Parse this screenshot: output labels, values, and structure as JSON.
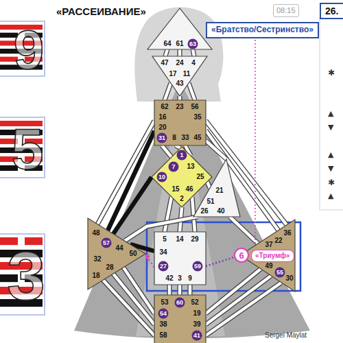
{
  "diagram": {
    "title": "«РАССЕИВАНИЕ»",
    "nodes": [
      {
        "text": [
          "9"
        ]
      },
      {
        "text": [
          "5"
        ]
      },
      {
        "text": [
          "3"
        ]
      },
      {
        "text": [
          "08:15"
        ]
      },
      {
        "text": [
          "26."
        ]
      },
      {
        "text": [
          "«Братство/Сестринство»"
        ]
      },
      {
        "text": [
          "64",
          "61",
          "63"
        ]
      },
      {
        "text": [
          "47",
          "24",
          "4",
          "17",
          "11",
          "43"
        ]
      },
      {
        "text": [
          "62",
          "23",
          "56",
          "16",
          "35",
          "20",
          "31",
          "8",
          "33",
          "45"
        ]
      },
      {
        "text": [
          "1",
          "7",
          "13",
          "10",
          "25",
          "15",
          "46",
          "2"
        ]
      },
      {
        "text": [
          "21",
          "51",
          "26",
          "40"
        ]
      },
      {
        "text": [
          "48",
          "57",
          "44",
          "50",
          "32",
          "28",
          "18"
        ]
      },
      {
        "text": [
          "5",
          "14",
          "29",
          "34",
          "27",
          "59",
          "42",
          "3",
          "9"
        ]
      },
      {
        "text": [
          "36",
          "22",
          "37",
          "6",
          "49",
          "55",
          "30"
        ]
      },
      {
        "text": [
          "«Триумф»"
        ]
      },
      {
        "text": [
          "53",
          "60",
          "52",
          "54",
          "19",
          "38",
          "39",
          "58",
          "41"
        ]
      }
    ],
    "edges": [
      {
        "from": 6,
        "to": 7,
        "arrow": "none"
      },
      {
        "from": 6,
        "to": 7,
        "arrow": "none"
      },
      {
        "from": 6,
        "to": 7,
        "arrow": "none"
      },
      {
        "from": 7,
        "to": 8,
        "arrow": "none"
      },
      {
        "from": 7,
        "to": 8,
        "arrow": "none"
      },
      {
        "from": 7,
        "to": 8,
        "arrow": "none"
      },
      {
        "from": 8,
        "to": 9,
        "arrow": "none"
      },
      {
        "from": 8,
        "to": 9,
        "arrow": "none"
      },
      {
        "from": 8,
        "to": 9,
        "arrow": "none"
      },
      {
        "from": 8,
        "to": 11,
        "arrow": "none"
      },
      {
        "from": 8,
        "to": 11,
        "arrow": "none"
      },
      {
        "from": 8,
        "to": 13,
        "arrow": "none"
      },
      {
        "from": 8,
        "to": 13,
        "arrow": "none"
      },
      {
        "from": 8,
        "to": 10,
        "arrow": "none"
      },
      {
        "from": 9,
        "to": 12,
        "arrow": "none"
      },
      {
        "from": 9,
        "to": 12,
        "arrow": "none"
      },
      {
        "from": 9,
        "to": 12,
        "arrow": "none"
      },
      {
        "from": 9,
        "to": 10,
        "arrow": "none"
      },
      {
        "from": 9,
        "to": 11,
        "arrow": "none"
      },
      {
        "from": 10,
        "to": 11,
        "arrow": "none"
      },
      {
        "from": 10,
        "to": 13,
        "arrow": "none"
      },
      {
        "from": 12,
        "to": 11,
        "arrow": "none"
      },
      {
        "from": 12,
        "to": 11,
        "arrow": "to"
      },
      {
        "from": 12,
        "to": 13,
        "arrow": "none"
      },
      {
        "from": 12,
        "to": 15,
        "arrow": "none"
      },
      {
        "from": 12,
        "to": 15,
        "arrow": "none"
      },
      {
        "from": 12,
        "to": 15,
        "arrow": "none"
      },
      {
        "from": 11,
        "to": 15,
        "arrow": "none"
      },
      {
        "from": 11,
        "to": 15,
        "arrow": "none"
      },
      {
        "from": 11,
        "to": 15,
        "arrow": "none"
      },
      {
        "from": 13,
        "to": 15,
        "arrow": "none"
      },
      {
        "from": 13,
        "to": 15,
        "arrow": "none"
      },
      {
        "from": 13,
        "to": 15,
        "arrow": "none"
      },
      {
        "from": 5,
        "to": 14,
        "arrow": "none"
      }
    ],
    "labels": [
      "Sergei Maylat",
      "✱",
      "▲",
      "▼",
      "▲",
      "▼",
      "✱",
      "▲"
    ]
  }
}
